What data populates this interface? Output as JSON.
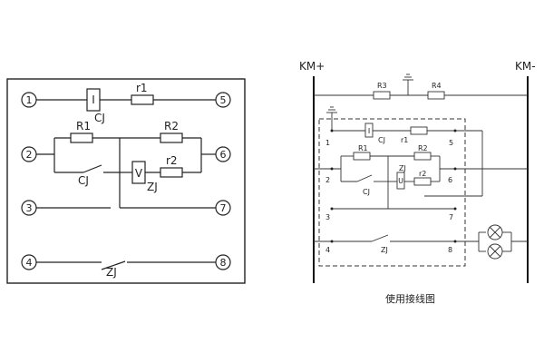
{
  "left": {
    "terminals": [
      "1",
      "2",
      "3",
      "4",
      "5",
      "6",
      "7",
      "8"
    ],
    "labels": {
      "i_coil": "I",
      "cj_coil": "CJ",
      "r1_top": "r1",
      "R1": "R1",
      "R2": "R2",
      "v_coil": "V",
      "r2": "r2",
      "cj_contact": "CJ",
      "zj_coil": "ZJ",
      "zj_contact": "ZJ"
    }
  },
  "right": {
    "bus_pos": "KM+",
    "bus_neg": "KM-",
    "labels": {
      "R3": "R3",
      "R4": "R4",
      "i_coil": "I",
      "cj_coil": "CJ",
      "r1": "r1",
      "R1": "R1",
      "R2": "R2",
      "zj_coil": "ZJ",
      "u_coil": "U",
      "r2": "r2",
      "cj_contact": "CJ",
      "zj_contact": "ZJ"
    },
    "terminals": [
      "1",
      "2",
      "3",
      "4",
      "5",
      "6",
      "7",
      "8"
    ],
    "caption": "使用接线图"
  }
}
